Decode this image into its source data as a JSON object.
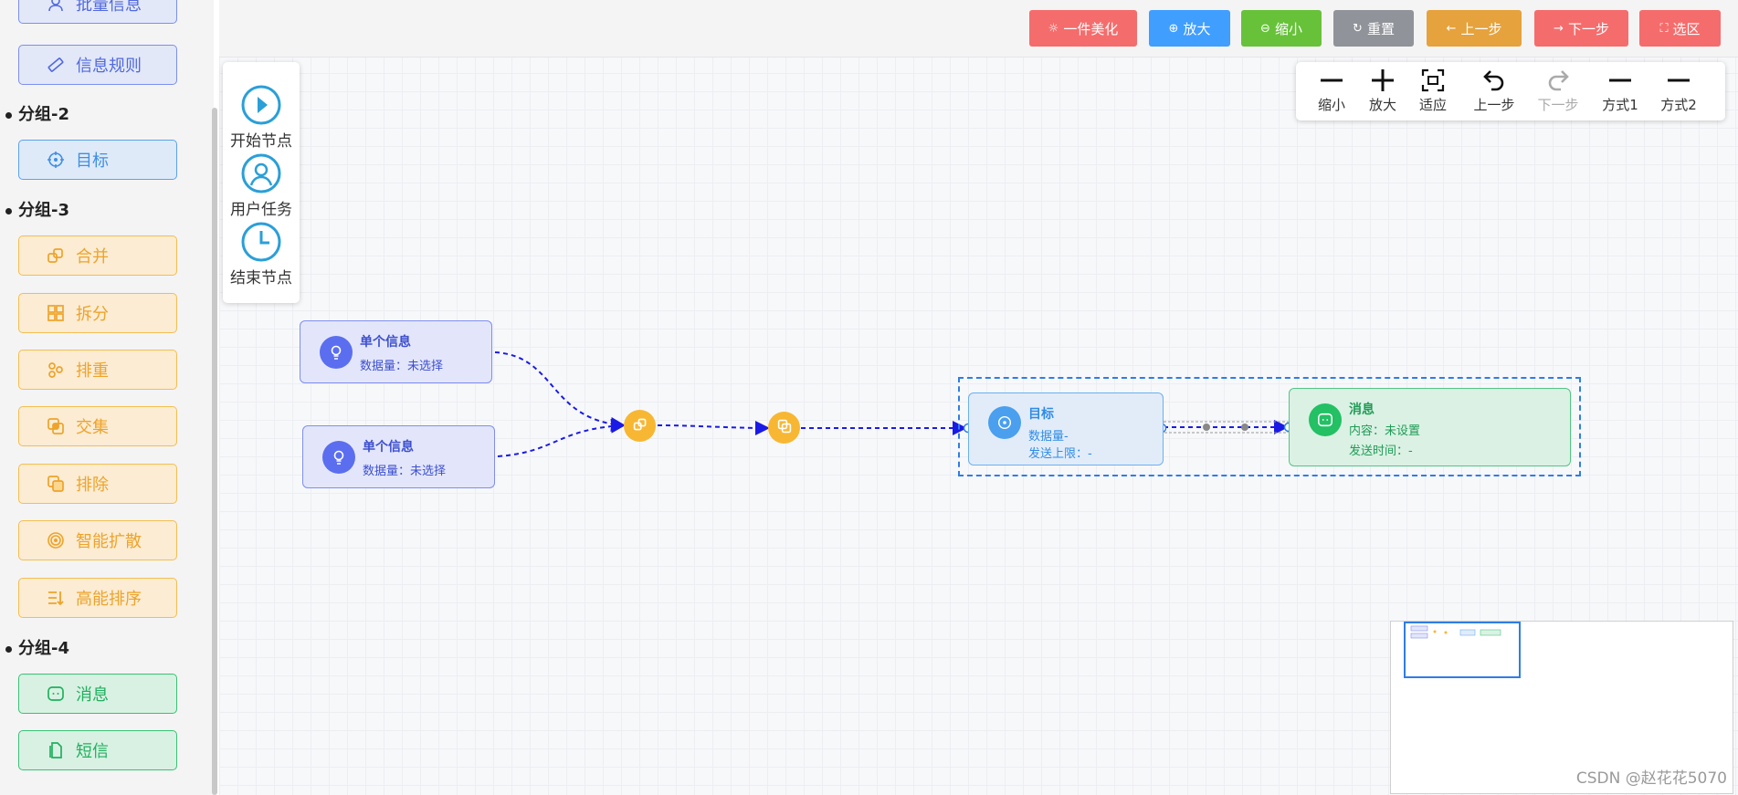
{
  "sidebar": {
    "items_top": [
      {
        "label": "批量信息",
        "icon": "user-icon"
      },
      {
        "label": "信息规则",
        "icon": "ruler-icon"
      }
    ],
    "groups": [
      {
        "title": "分组-2",
        "items": [
          {
            "label": "目标",
            "icon": "target-icon"
          }
        ]
      },
      {
        "title": "分组-3",
        "items": [
          {
            "label": "合并",
            "icon": "merge-icon"
          },
          {
            "label": "拆分",
            "icon": "split-icon"
          },
          {
            "label": "排重",
            "icon": "dedupe-icon"
          },
          {
            "label": "交集",
            "icon": "intersect-icon"
          },
          {
            "label": "排除",
            "icon": "exclude-icon"
          },
          {
            "label": "智能扩散",
            "icon": "spread-icon"
          },
          {
            "label": "高能排序",
            "icon": "sort-icon"
          }
        ]
      },
      {
        "title": "分组-4",
        "items": [
          {
            "label": "消息",
            "icon": "message-icon"
          },
          {
            "label": "短信",
            "icon": "sms-icon"
          }
        ]
      }
    ]
  },
  "toolbar": {
    "buttons": [
      {
        "label": "一件美化",
        "icon": "sparkle-icon",
        "color": "#f56c6c"
      },
      {
        "label": "放大",
        "icon": "zoom-in-icon",
        "color": "#409eff"
      },
      {
        "label": "缩小",
        "icon": "zoom-out-icon",
        "color": "#67c23a"
      },
      {
        "label": "重置",
        "icon": "refresh-icon",
        "color": "#909399"
      },
      {
        "label": "上一步",
        "icon": "arrow-left-icon",
        "color": "#e6a23c"
      },
      {
        "label": "下一步",
        "icon": "arrow-right-icon",
        "color": "#f56c6c"
      },
      {
        "label": "选区",
        "icon": "fullscreen-icon",
        "color": "#f56c6c"
      }
    ]
  },
  "palette": [
    {
      "label": "开始节点",
      "icon": "play-circle-icon"
    },
    {
      "label": "用户任务",
      "icon": "user-circle-icon"
    },
    {
      "label": "结束节点",
      "icon": "clock-icon"
    }
  ],
  "control": [
    {
      "label": "缩小",
      "icon": "minus-icon"
    },
    {
      "label": "放大",
      "icon": "plus-icon"
    },
    {
      "label": "适应",
      "icon": "fit-icon"
    },
    {
      "label": "上一步",
      "icon": "undo-icon"
    },
    {
      "label": "下一步",
      "icon": "redo-icon",
      "disabled": true
    },
    {
      "label": "方式1",
      "icon": "minus-icon"
    },
    {
      "label": "方式2",
      "icon": "minus-icon"
    }
  ],
  "nodes": {
    "info1": {
      "title": "单个信息",
      "line1": "数据量：未选择"
    },
    "info2": {
      "title": "单个信息",
      "line1": "数据量：未选择"
    },
    "target": {
      "title": "目标",
      "line1": "数据量-",
      "line2": "发送上限：-"
    },
    "message": {
      "title": "消息",
      "line1": "内容：未设置",
      "line2": "发送时间：-"
    }
  },
  "watermark": "CSDN @赵花花5070",
  "colors": {
    "edge": "#1a1ae6",
    "op_node": "#f7b733",
    "selection": "#2f7de6"
  }
}
